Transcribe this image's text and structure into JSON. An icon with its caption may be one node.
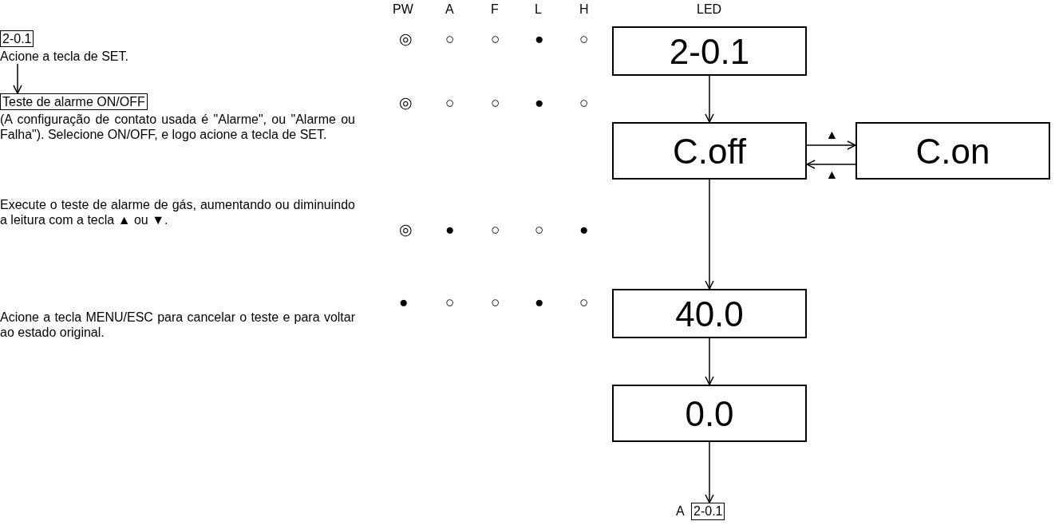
{
  "diagram": {
    "nodes": [
      {
        "text": [
          "2-0.1",
          "Acione a tecla de SET."
        ]
      },
      {
        "text": [
          "Teste de alarme ON/OFF",
          "(A configuração de contato usada é \"Alarme\", ou \"Alarme ou Falha\"). Selecione ON/OFF, e logo acione a tecla de SET."
        ]
      },
      {
        "text": [
          "2-0.1"
        ]
      },
      {
        "text": [
          "C.off"
        ]
      },
      {
        "text": [
          "C.on"
        ]
      },
      {
        "text": [
          "40.0"
        ]
      },
      {
        "text": [
          "0.0"
        ]
      },
      {
        "text": [
          "2-0.1"
        ],
        "beside": [
          "A"
        ]
      }
    ],
    "edges": [
      {
        "from": 0,
        "to": 1,
        "arrow": "to"
      },
      {
        "from": 2,
        "to": 3,
        "arrow": "to"
      },
      {
        "from": 3,
        "to": 4,
        "arrow": "to",
        "label": "▲"
      },
      {
        "from": 4,
        "to": 3,
        "arrow": "to",
        "label": "▲"
      },
      {
        "from": 3,
        "to": 5,
        "arrow": "to"
      },
      {
        "from": 5,
        "to": 6,
        "arrow": "to"
      },
      {
        "from": 6,
        "to": 7,
        "arrow": "to"
      }
    ],
    "labels": [
      "PW",
      "A",
      "F",
      "L",
      "H",
      "LED",
      "◎",
      "○",
      "○",
      "●",
      "○",
      "◎",
      "○",
      "○",
      "●",
      "○",
      "Execute o teste de alarme de gás, aumentando ou diminuindo a leitura com a tecla ▲ ou ▼.",
      "◎",
      "●",
      "○",
      "○",
      "●",
      "Acione a tecla MENU/ESC para cancelar o teste e para voltar ao estado original.",
      "●",
      "○",
      "○",
      "●",
      "○"
    ]
  }
}
